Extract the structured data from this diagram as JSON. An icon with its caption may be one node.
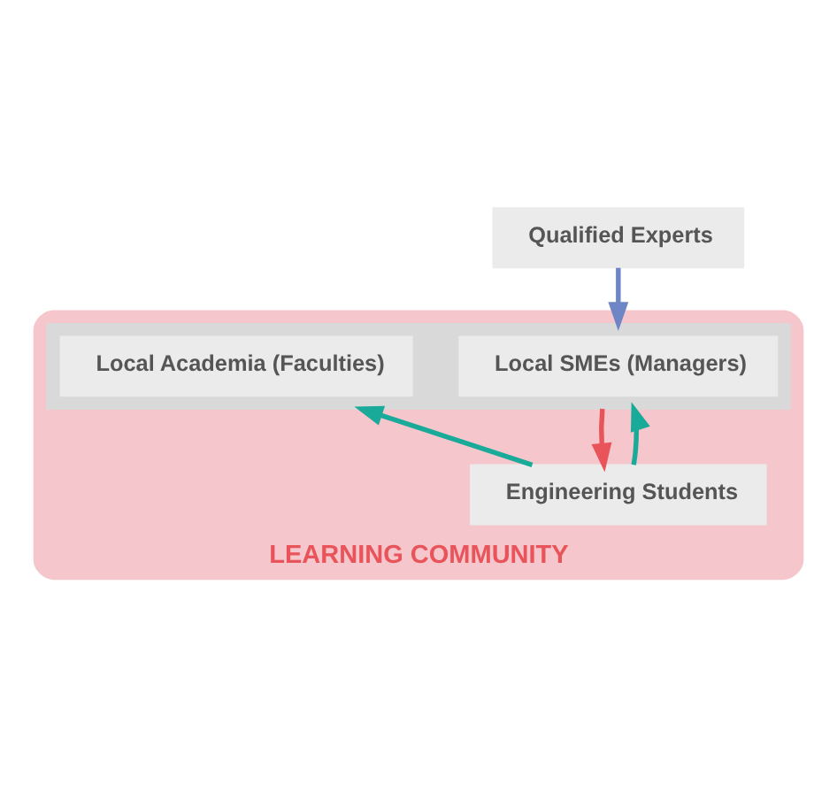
{
  "diagram": {
    "nodes": [
      {
        "text": [
          "Qualified Experts"
        ]
      },
      {
        "text": [
          "LEARNING COMMUNITY"
        ]
      },
      {
        "text": [],
        "shape": "box",
        "in": 1
      },
      {
        "text": [
          "Local SMEs (Managers)"
        ],
        "in": 2
      },
      {
        "text": [
          "Local Academia (Faculties)"
        ],
        "in": 2
      },
      {
        "text": [
          "Engineering Students"
        ],
        "in": 1
      }
    ],
    "edges": [
      {
        "from": 0,
        "to": 2,
        "arrow": "to",
        "color": "#6f86c6"
      },
      {
        "from": 2,
        "to": 5,
        "arrow": "to",
        "color": "#e8545a"
      },
      {
        "from": 5,
        "to": 2,
        "arrow": "to"
      },
      {
        "from": 5,
        "to": 2,
        "arrow": "to"
      }
    ]
  }
}
